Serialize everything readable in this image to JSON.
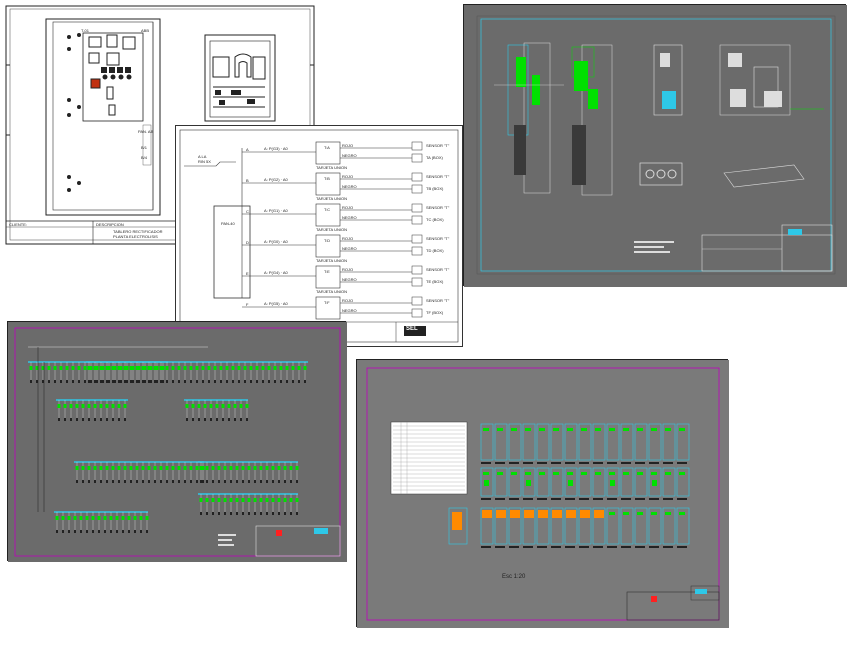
{
  "sheet1": {
    "panel_header_left": "T-01",
    "panel_header_right": "ABB",
    "side_label": "PAN. AB",
    "labels_right": [
      "B/1",
      "B/4"
    ],
    "title_block": {
      "cliente": "CLIENTE:",
      "descripcion": "DESCRIPCION",
      "desc_line1": "TABLERO RECTIFICADOR",
      "desc_line2": "PLANTA ELECTROLISIS"
    }
  },
  "sheet2": {
    "left_tag": "PAN-40",
    "incoming": "A LA",
    "incoming2": "RIN 5X",
    "rows": [
      {
        "tag": "A",
        "cable": "A: P(G3) · A0",
        "term": "T:A",
        "sensor": "SENSOR \"T\"",
        "code": "TA (BOX)"
      },
      {
        "tag": "B",
        "cable": "A: P(G2) · A0",
        "term": "T:B",
        "sensor": "SENSOR \"T\"",
        "code": "TB (BOX)"
      },
      {
        "tag": "C",
        "cable": "A: P(G1) · A0",
        "term": "T:C",
        "sensor": "SENSOR \"T\"",
        "code": "TC (BOX)"
      },
      {
        "tag": "D",
        "cable": "A: P(G0) · A0",
        "term": "T:D",
        "sensor": "SENSOR \"T\"",
        "code": "TD (BOX)"
      },
      {
        "tag": "E",
        "cable": "A: P(G4) · A0",
        "term": "T:E",
        "sensor": "SENSOR \"T\"",
        "code": "TE (BOX)"
      },
      {
        "tag": "F",
        "cable": "A: P(G5) · A0",
        "term": "T:F",
        "sensor": "SENSOR \"T\"",
        "code": "TF (BOX)"
      }
    ],
    "rojo": "ROJO",
    "negro": "NEGRO",
    "tarjeta": "TARJETA UNION",
    "logo": "SEL"
  },
  "sheet4": {
    "scale": "Esc 1:20"
  },
  "colors": {
    "cad_bg": "#6b6b6b",
    "cad_bg2": "#7a7a7a",
    "green": "#00e000",
    "cyan": "#2ec8e8",
    "magenta": "#c000c0",
    "red": "#ff2020",
    "orange": "#ff8a00"
  }
}
